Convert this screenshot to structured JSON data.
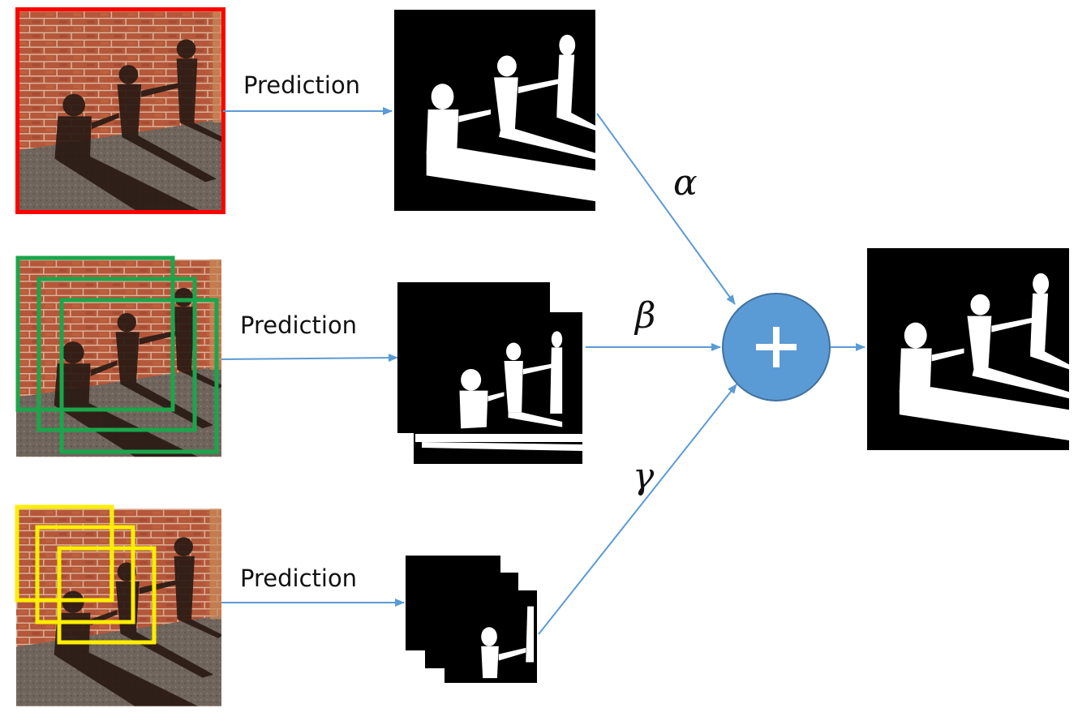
{
  "rows": [
    {
      "label": "Prediction",
      "box_color": "#ff0000",
      "weight": "α"
    },
    {
      "label": "Prediction",
      "box_color": "#1aa64b",
      "weight": "β"
    },
    {
      "label": "Prediction",
      "box_color": "#ffee00",
      "weight": "γ"
    }
  ],
  "combine": {
    "symbol": "+",
    "fill": "#5b9bd5",
    "stroke": "#41719c"
  },
  "colors": {
    "arrow": "#5b9bd5",
    "brick": "#b5573a",
    "ground": "#6f655c",
    "shadow": "#2a1a14",
    "mask_bg": "#000000",
    "mask_fg": "#ffffff"
  },
  "icons": [
    "input-photo-image",
    "shadow-mask-image",
    "plus-icon"
  ]
}
